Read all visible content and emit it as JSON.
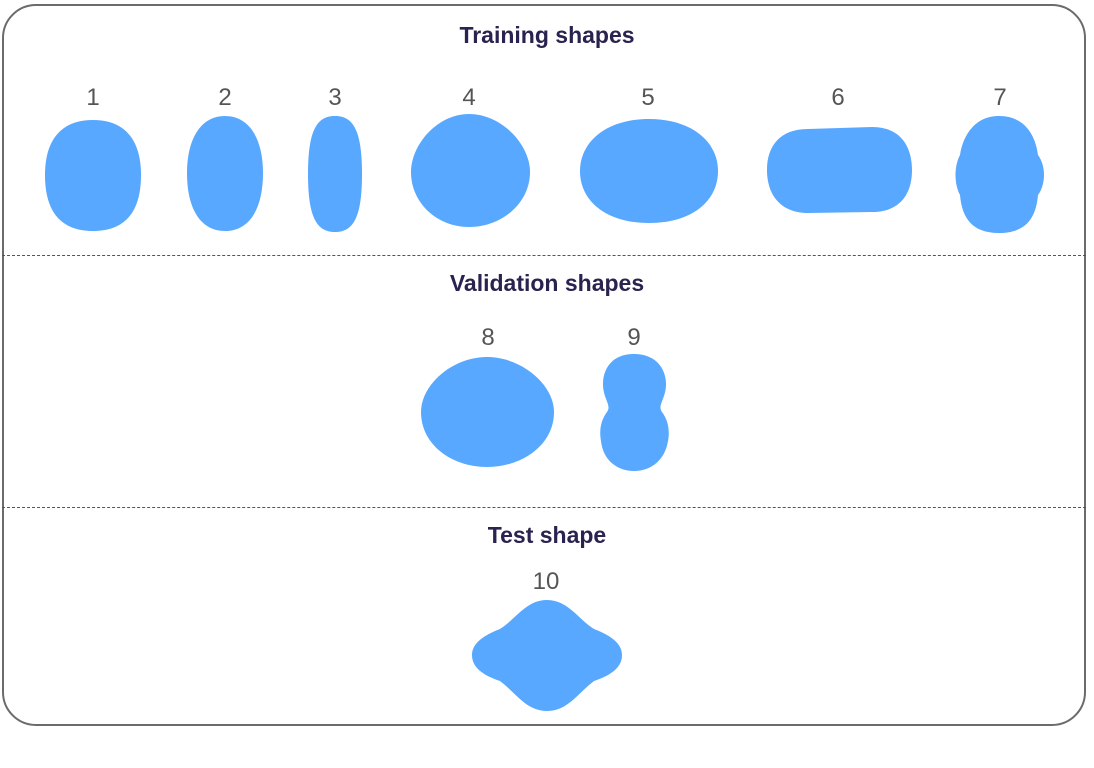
{
  "colors": {
    "shape_fill": "#57a8fe",
    "border": "#6b6b6b",
    "title": "#2a2350",
    "label": "#555555"
  },
  "sections": {
    "training": {
      "title": "Training shapes",
      "shapes": [
        {
          "label": "1"
        },
        {
          "label": "2"
        },
        {
          "label": "3"
        },
        {
          "label": "4"
        },
        {
          "label": "5"
        },
        {
          "label": "6"
        },
        {
          "label": "7"
        }
      ]
    },
    "validation": {
      "title": "Validation shapes",
      "shapes": [
        {
          "label": "8"
        },
        {
          "label": "9"
        }
      ]
    },
    "test": {
      "title": "Test shape",
      "shapes": [
        {
          "label": "10"
        }
      ]
    }
  }
}
